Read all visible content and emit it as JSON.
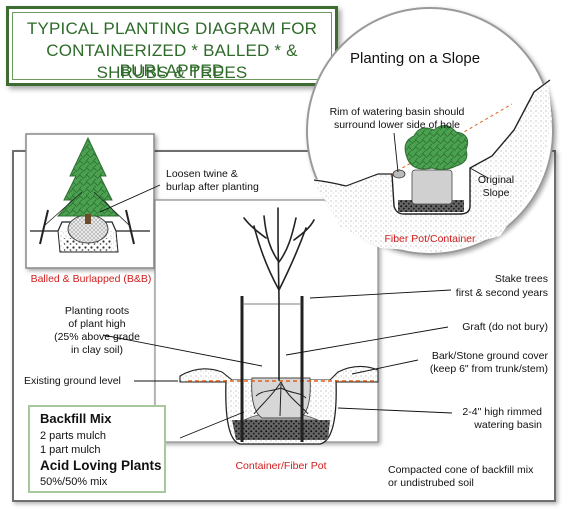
{
  "title": {
    "line1": "TYPICAL PLANTING DIAGRAM FOR",
    "line2": "CONTAINERIZED * BALLED * & BURLAPPED",
    "line3": "SHRUBS & TREES"
  },
  "slope_panel": {
    "heading": "Planting on a Slope",
    "rim_label_line1": "Rim of watering basin should",
    "rim_label_line2": "surround lower side of hole",
    "original_slope_line1": "Original",
    "original_slope_line2": "Slope",
    "caption": "Fiber Pot/Container"
  },
  "bb_panel": {
    "loosen_line1": "Loosen twine &",
    "loosen_line2": "burlap after planting",
    "caption": "Balled & Burlapped (B&B)"
  },
  "main_panel": {
    "stake_line1": "Stake trees",
    "stake_line2": "first & second  years",
    "roots_line1": "Planting roots",
    "roots_line2": "of plant high",
    "roots_line3": "(25% above grade",
    "roots_line4": "in clay soil)",
    "graft": "Graft (do not bury)",
    "bark_line1": "Bark/Stone ground cover",
    "bark_line2": "(keep 6\" from trunk/stem)",
    "ground_level": "Existing ground level",
    "basin_line1": "2-4\" high rimmed",
    "basin_line2": "watering basin",
    "container_caption": "Container/Fiber Pot",
    "compacted_line1": "Compacted cone of backfill mix",
    "compacted_line2": "or undistrubed soil"
  },
  "backfill": {
    "heading": "Backfill Mix",
    "line1": "2 parts mulch",
    "line2": "1 part mulch",
    "acid_heading": "Acid Loving Plants",
    "acid_line": "50%/50% mix"
  },
  "colors": {
    "title_green": "#2f6b2a",
    "caption_red": "#d11d1d",
    "foliage_green": "#4aa14f",
    "guide_orange": "#e0601c"
  }
}
